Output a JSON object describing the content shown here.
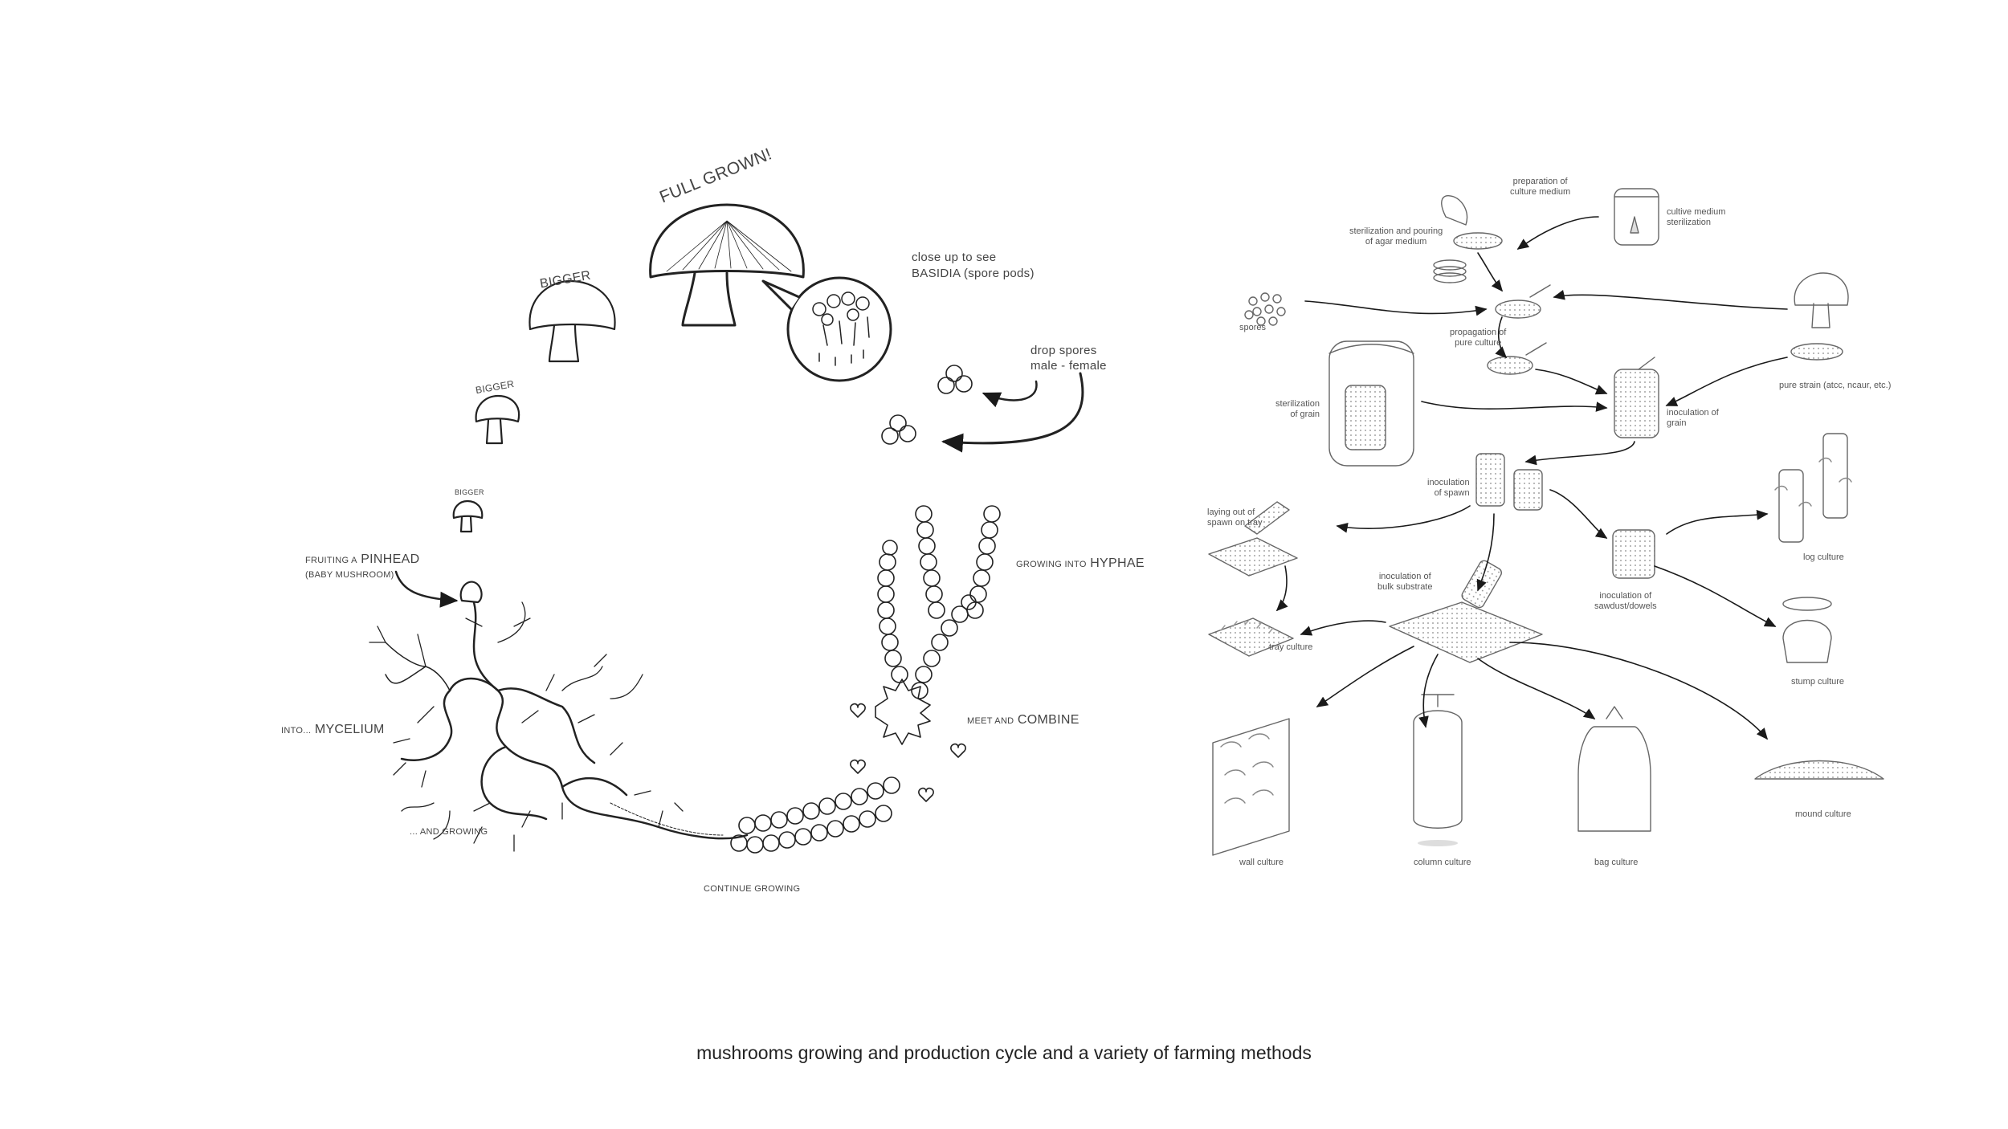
{
  "caption": "mushrooms growing and production cycle and a variety of farming methods",
  "life_cycle": {
    "full_grown": "FULL GROWN!",
    "bigger_1": "BIGGER",
    "bigger_2": "BIGGER",
    "bigger_3": "BIGGER",
    "basidia_line1": "close up to see",
    "basidia_line2": "BASIDIA (spore pods)",
    "drop_spores_line1": "drop spores",
    "drop_spores_line2": "male - female",
    "hyphae_prefix": "GROWING INTO",
    "hyphae_big": "HYPHAE",
    "combine_prefix": "MEET AND",
    "combine_big": "COMBINE",
    "continue": "CONTINUE GROWING",
    "and_growing": "... AND GROWING",
    "mycelium_prefix": "INTO...",
    "mycelium_big": "MYCELIUM",
    "pinhead_prefix": "FRUITING A",
    "pinhead_big": "PINHEAD",
    "pinhead_sub": "(BABY MUSHROOM)"
  },
  "farming": {
    "preparation_line1": "preparation of",
    "preparation_line2": "culture medium",
    "cultive_line1": "cultive medium",
    "cultive_line2": "sterilization",
    "agar_line1": "sterilization and pouring",
    "agar_line2": "of agar medium",
    "spores": "spores",
    "propagation_line1": "propagation of",
    "propagation_line2": "pure culture",
    "pure_strain": "pure strain (atcc, ncaur, etc.)",
    "steril_grain_line1": "sterilization",
    "steril_grain_line2": "of grain",
    "inoc_grain_line1": "inoculation of",
    "inoc_grain_line2": "grain",
    "inoc_spawn_line1": "inoculation",
    "inoc_spawn_line2": "of spawn",
    "laying_line1": "laying out of",
    "laying_line2": "spawn on tray",
    "bulk_line1": "inoculation of",
    "bulk_line2": "bulk substrate",
    "sawdust_line1": "inoculation of",
    "sawdust_line2": "sawdust/dowels",
    "log_culture": "log culture",
    "tray_culture": "tray culture",
    "stump_culture": "stump culture",
    "wall_culture": "wall culture",
    "column_culture": "column culture",
    "bag_culture": "bag culture",
    "mound_culture": "mound culture"
  },
  "colors": {
    "ink": "#222222",
    "label": "#444444",
    "arrow": "#1a1a1a"
  }
}
